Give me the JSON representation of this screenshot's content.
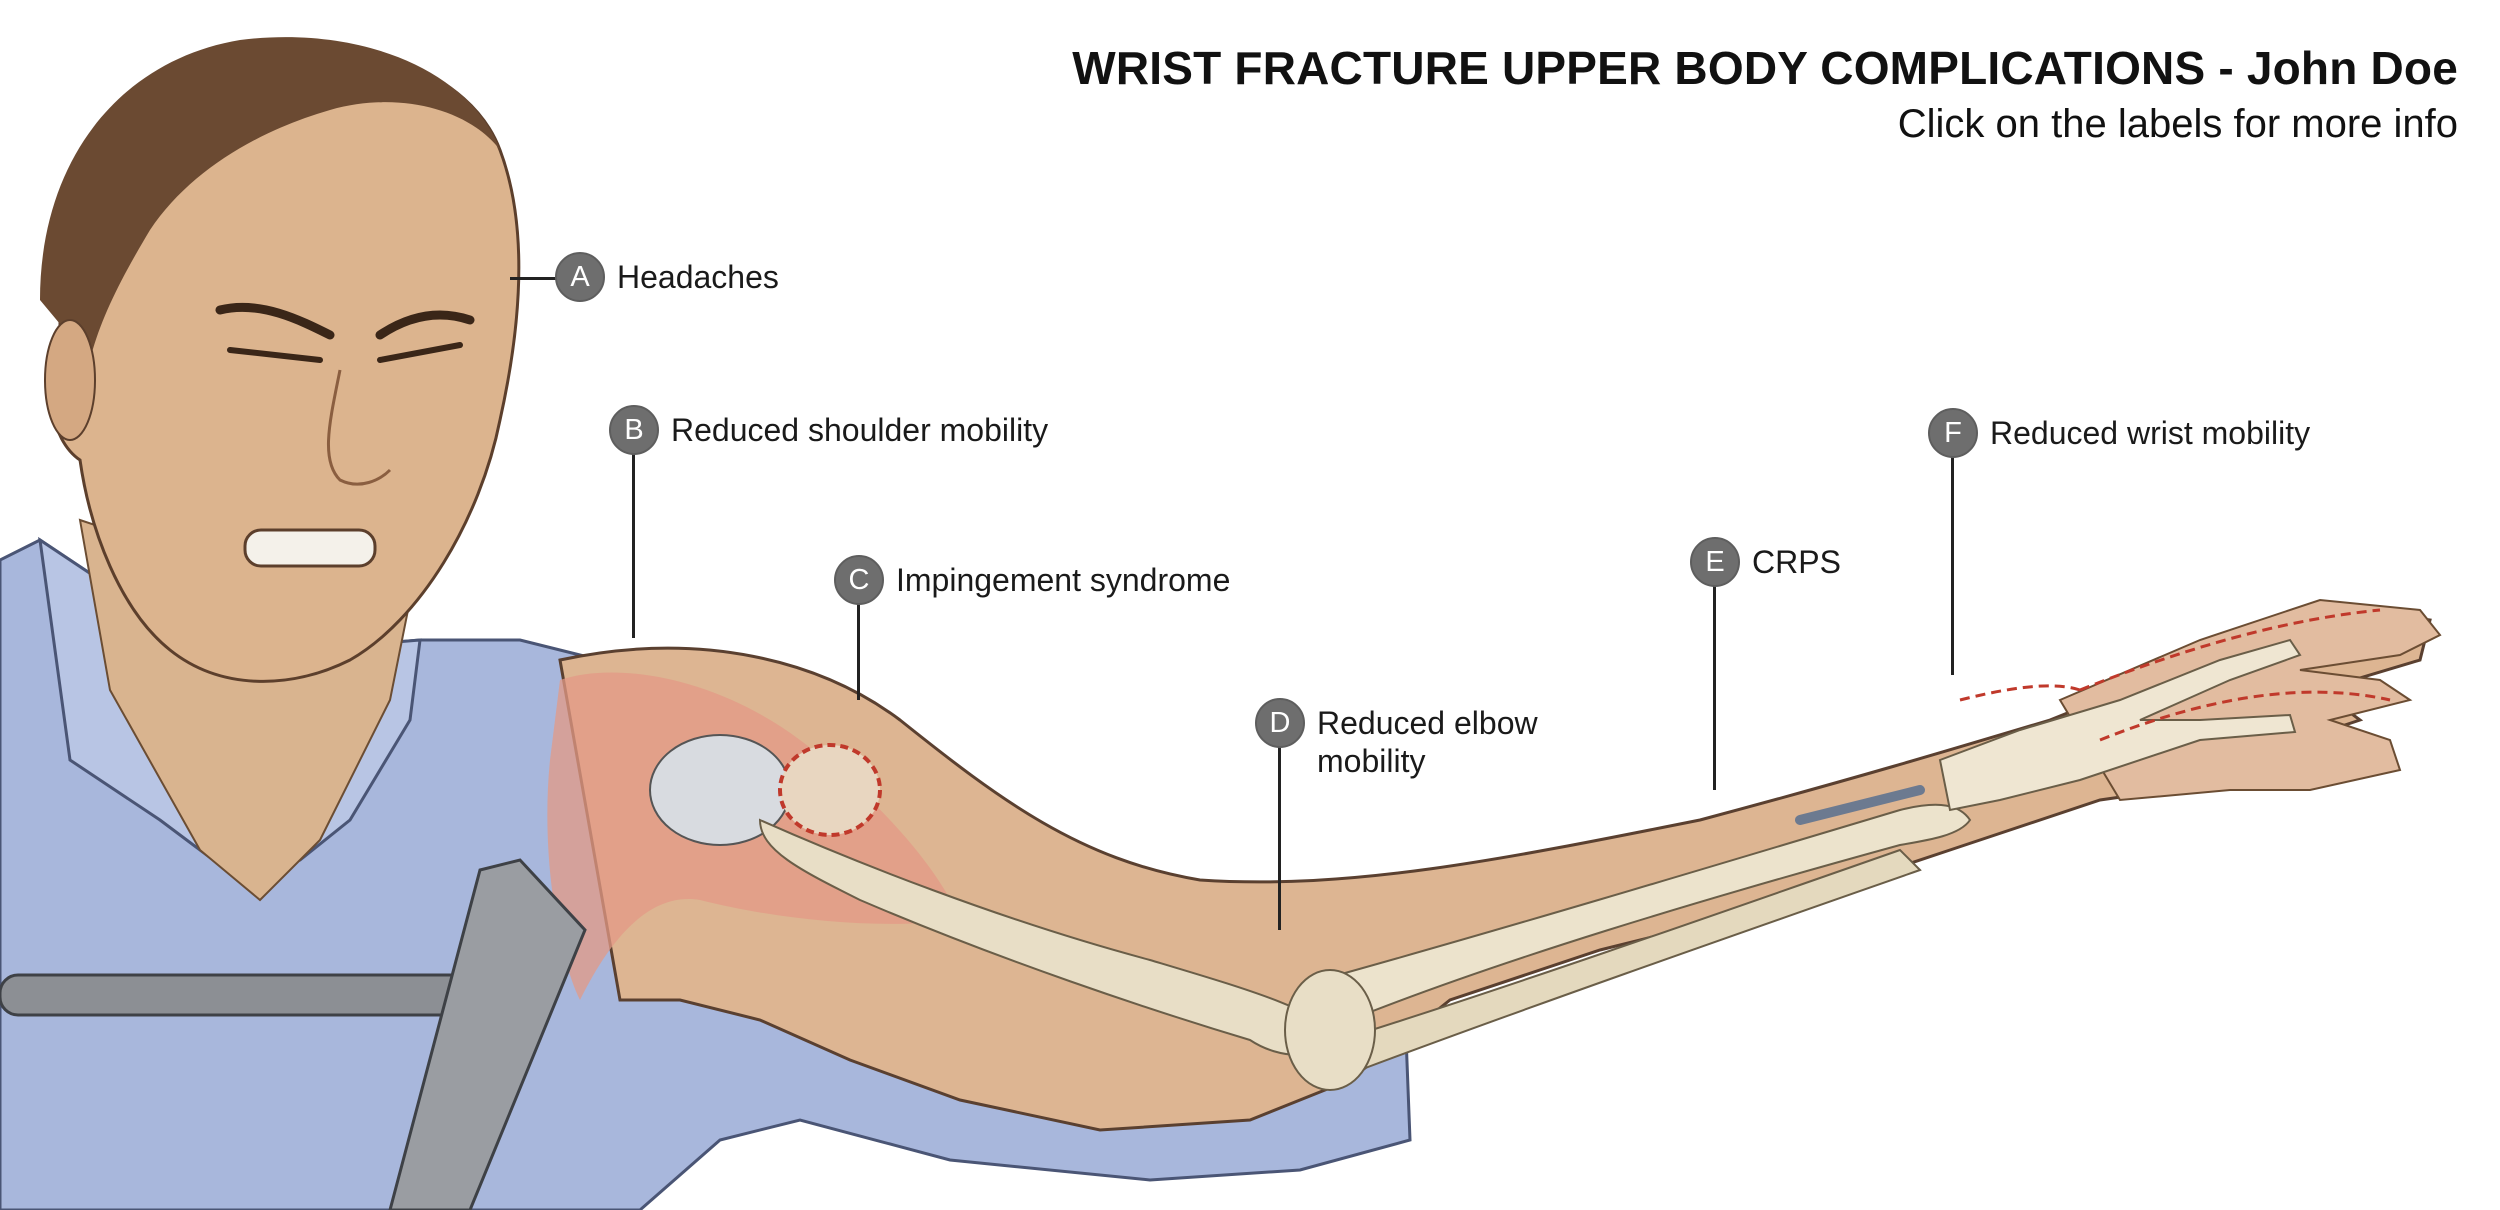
{
  "header": {
    "title": "WRIST FRACTURE UPPER BODY COMPLICATIONS - John Doe",
    "subtitle": "Click on the labels for more info"
  },
  "labels": [
    {
      "letter": "A",
      "text": "Headaches"
    },
    {
      "letter": "B",
      "text": "Reduced shoulder mobility"
    },
    {
      "letter": "C",
      "text": "Impingement syndrome"
    },
    {
      "letter": "D",
      "text": "Reduced elbow mobility"
    },
    {
      "letter": "E",
      "text": "CRPS"
    },
    {
      "letter": "F",
      "text": "Reduced wrist mobility"
    }
  ],
  "colors": {
    "badge": "#6e6e6e",
    "shirt": "#9fb0d6",
    "skin": "#d9b48f",
    "bone": "#e6dcc2",
    "muscle": "#e0907c",
    "inflammation_outline": "#c0392b"
  }
}
